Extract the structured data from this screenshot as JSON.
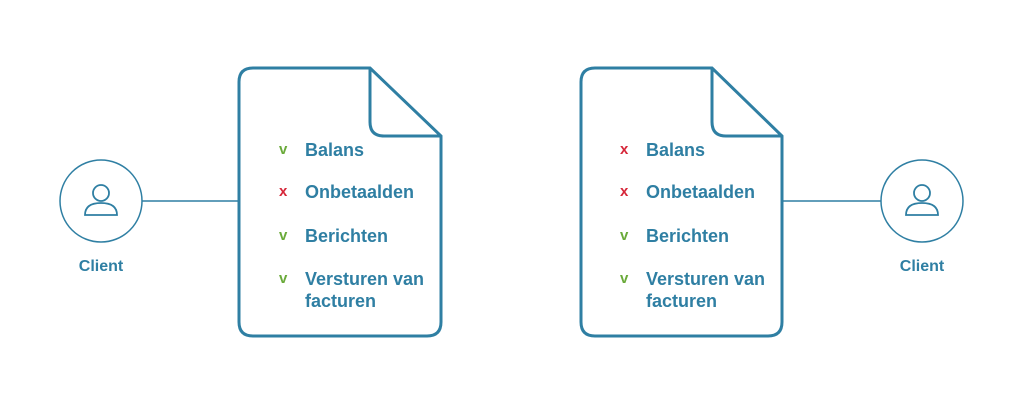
{
  "left_client": {
    "label": "Client"
  },
  "right_client": {
    "label": "Client"
  },
  "left_document": {
    "items": [
      {
        "mark": "v",
        "status": "allowed",
        "label": "Balans"
      },
      {
        "mark": "x",
        "status": "denied",
        "label": "Onbetaalden"
      },
      {
        "mark": "v",
        "status": "allowed",
        "label": "Berichten"
      },
      {
        "mark": "v",
        "status": "allowed",
        "label": "Versturen van facturen"
      }
    ]
  },
  "right_document": {
    "items": [
      {
        "mark": "x",
        "status": "denied",
        "label": "Balans"
      },
      {
        "mark": "x",
        "status": "denied",
        "label": "Onbetaalden"
      },
      {
        "mark": "v",
        "status": "allowed",
        "label": "Berichten"
      },
      {
        "mark": "v",
        "status": "allowed",
        "label": "Versturen van facturen"
      }
    ]
  },
  "colors": {
    "stroke": "#2f7fa3",
    "allowed": "#6aaa3a",
    "denied": "#d6273a"
  }
}
